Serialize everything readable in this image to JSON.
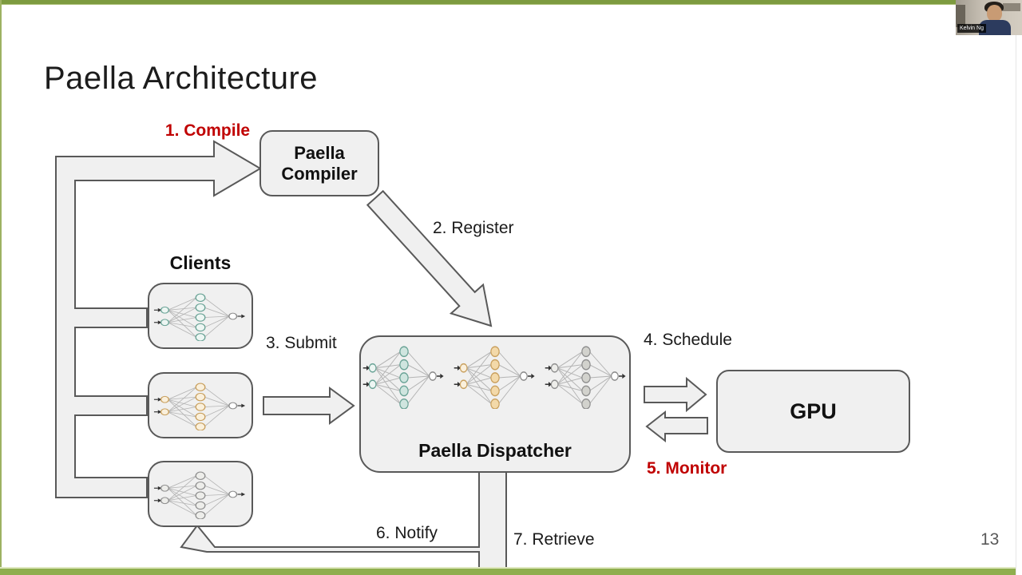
{
  "title": "Paella Architecture",
  "page_number": "13",
  "webcam": {
    "participant_name": "Kelvin Ng"
  },
  "diagram": {
    "boxes": {
      "compiler": {
        "label": "Paella Compiler",
        "line1": "Paella",
        "line2": "Compiler"
      },
      "clients_group_label": "Clients",
      "dispatcher": {
        "label": "Paella Dispatcher"
      },
      "gpu": {
        "label": "GPU"
      }
    },
    "steps": [
      {
        "label": "1. Compile",
        "emphasis": true
      },
      {
        "label": "2. Register",
        "emphasis": false
      },
      {
        "label": "3. Submit",
        "emphasis": false
      },
      {
        "label": "4. Schedule",
        "emphasis": false
      },
      {
        "label": "5. Monitor",
        "emphasis": true
      },
      {
        "label": "6. Notify",
        "emphasis": false
      },
      {
        "label": "7. Retrieve",
        "emphasis": false
      }
    ],
    "colors": {
      "step_emphasis_red": "#c00000",
      "box_fill": "#f0f0f0",
      "box_border": "#595959",
      "frame_green_top": "#7d9b40",
      "frame_green_bottom": "#8fae4e",
      "page_number_gray": "#595959"
    },
    "net_colors": {
      "teal": {
        "stroke": "#6aa396",
        "fill_strong": "#cfe5df",
        "fill_light": "#edf6f3"
      },
      "orange": {
        "stroke": "#c9a05e",
        "fill_strong": "#f3d9a9",
        "fill_light": "#faf0dc"
      },
      "gray": {
        "stroke": "#8f8f8f",
        "fill_strong": "#d2d2cd",
        "fill_light": "#ededea"
      }
    }
  }
}
